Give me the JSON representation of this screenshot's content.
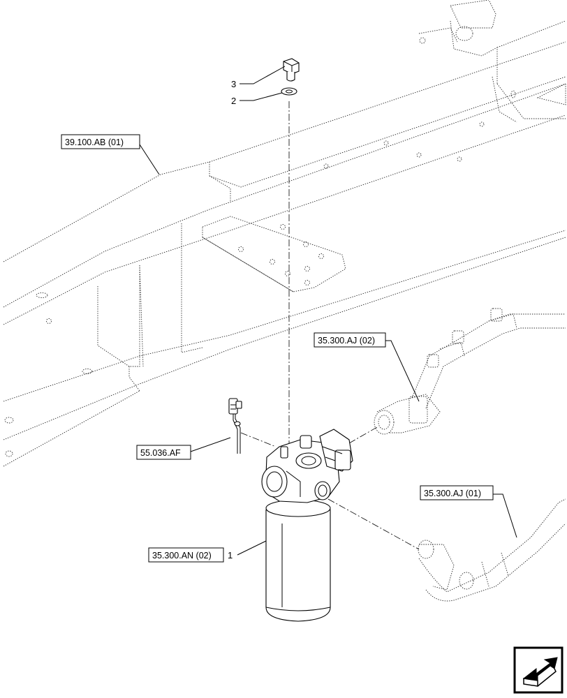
{
  "references": {
    "frame": "39.100.AB (01)",
    "hose_upper": "35.300.AJ (02)",
    "hose_lower": "35.300.AJ (01)",
    "sensor": "55.036.AF",
    "filter": "35.300.AN (02)"
  },
  "item_numbers": {
    "bolt": "3",
    "washer": "2",
    "filter": "1"
  },
  "nav_icon": "next-page-arrow-icon"
}
